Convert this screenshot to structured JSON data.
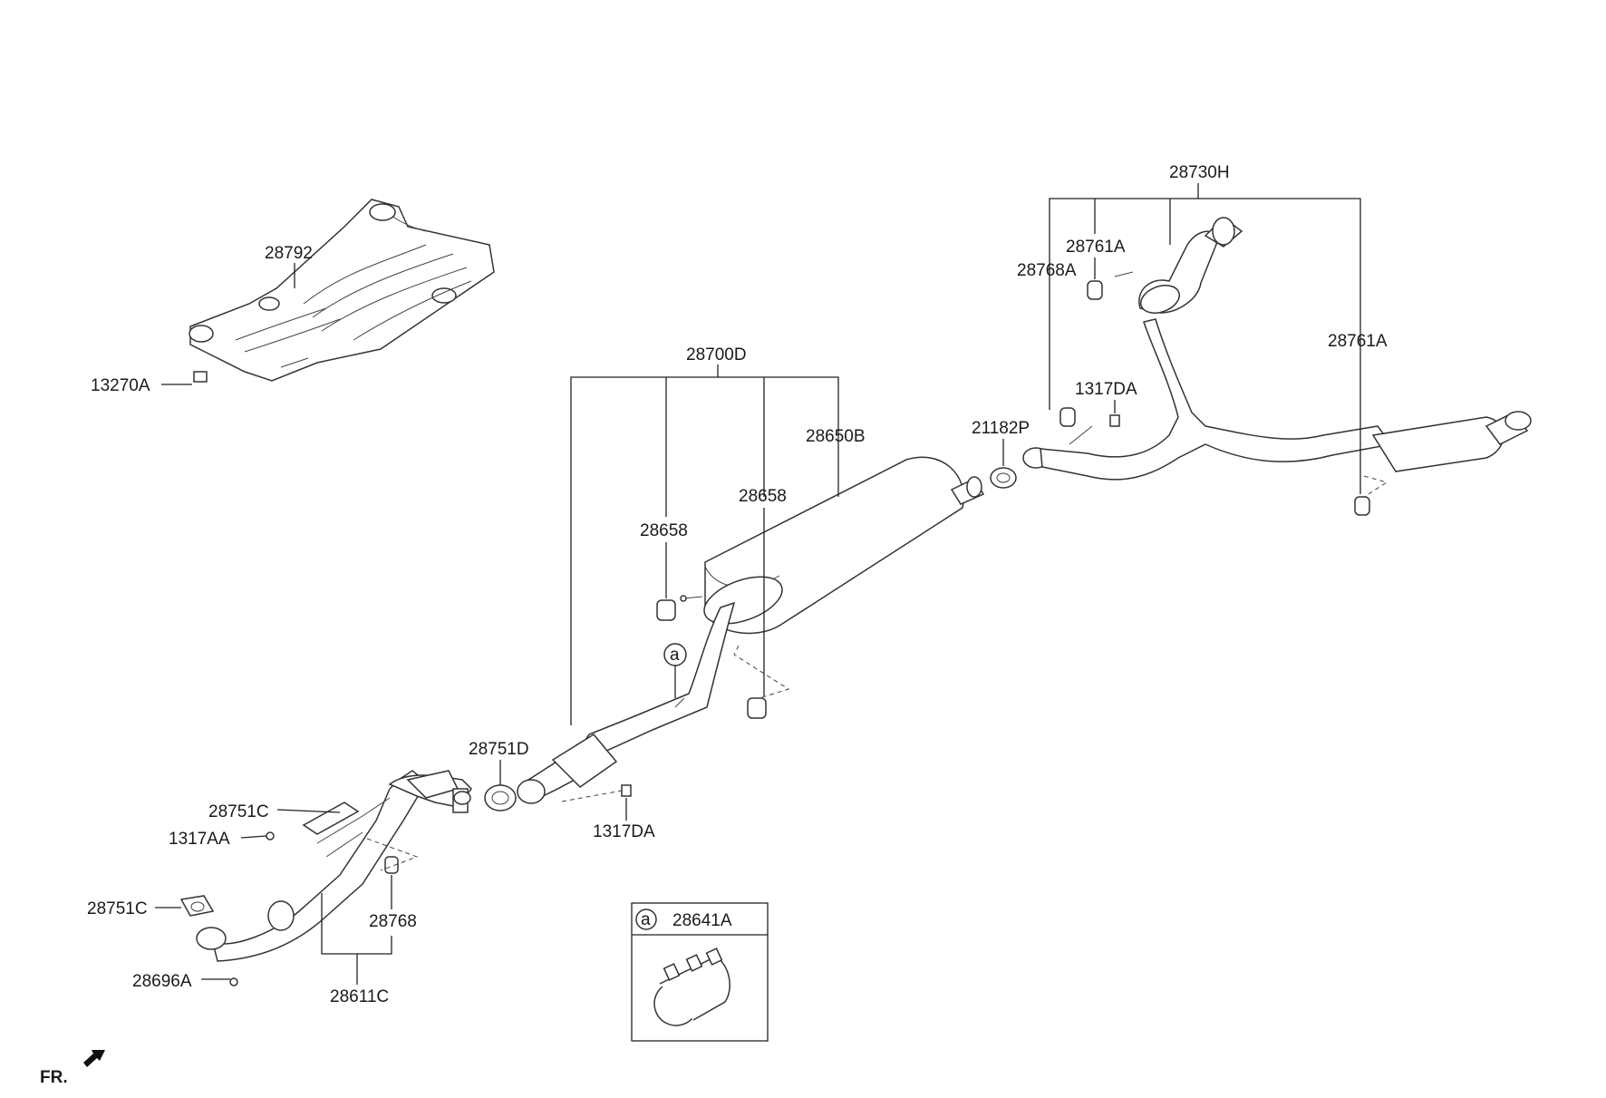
{
  "labels": {
    "l28792": "28792",
    "l13270A": "13270A",
    "l28700D": "28700D",
    "l28650B": "28650B",
    "l28658a": "28658",
    "l28658b": "28658",
    "l28730H": "28730H",
    "l28761A_top": "28761A",
    "l28768A": "28768A",
    "l28761A_right": "28761A",
    "l1317DA_top": "1317DA",
    "l21182P": "21182P",
    "l28751D": "28751D",
    "l1317DA_bottom": "1317DA",
    "l28751C_top": "28751C",
    "l1317AA": "1317AA",
    "l28751C_left": "28751C",
    "l28768": "28768",
    "l28696A": "28696A",
    "l28611C": "28611C",
    "callout_a": "a",
    "inset_a": "a",
    "inset_part": "28641A",
    "front_indicator": "FR."
  }
}
